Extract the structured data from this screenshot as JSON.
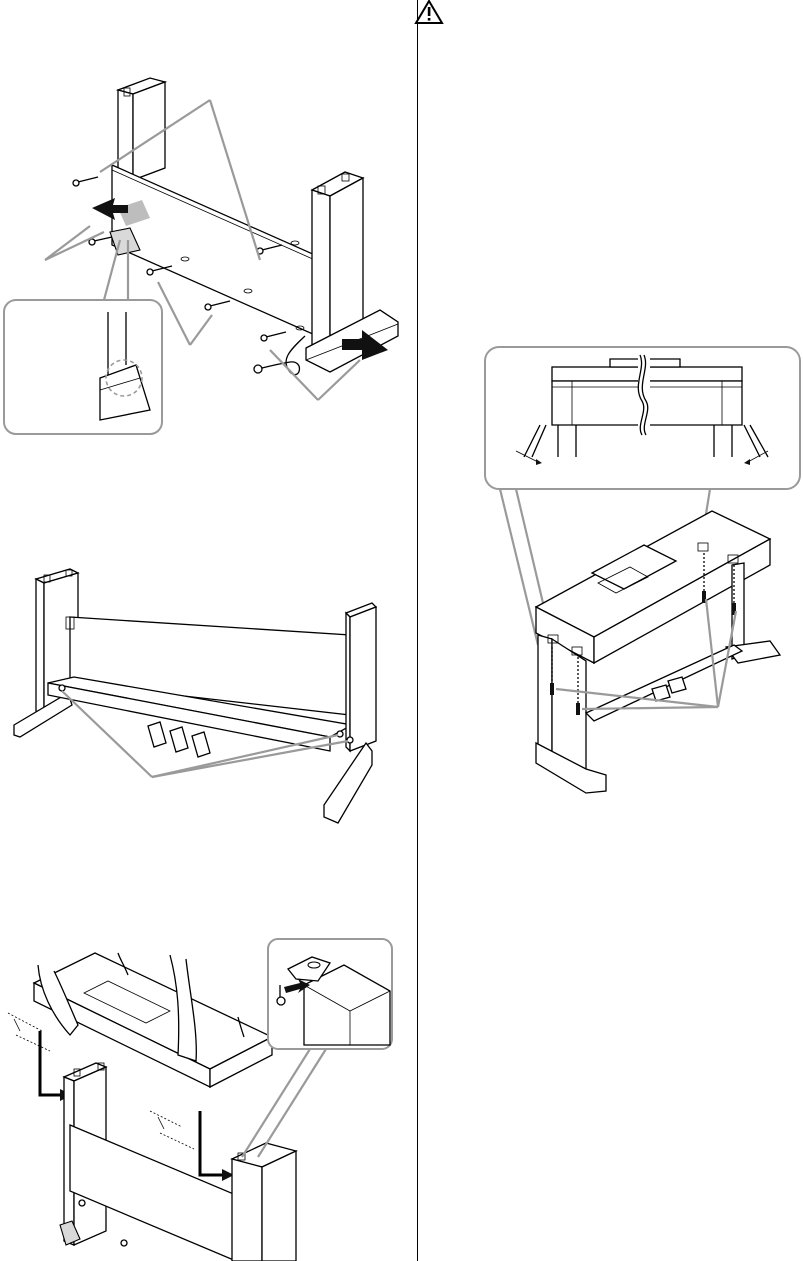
{
  "page": {
    "warning_icon": "warning-triangle-icon"
  },
  "figures": [
    {
      "name": "stand-side-panel-assembly",
      "icon": "assembly-illustration"
    },
    {
      "name": "stand-with-pedal-box",
      "icon": "assembly-illustration"
    },
    {
      "name": "keyboard-placement",
      "icon": "assembly-illustration"
    },
    {
      "name": "keyboard-fastening",
      "icon": "assembly-illustration"
    }
  ]
}
